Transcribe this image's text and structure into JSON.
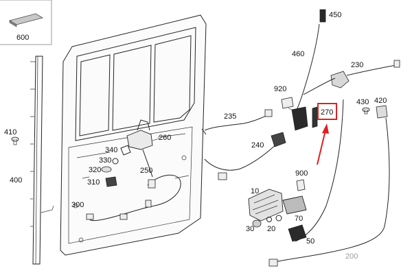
{
  "accent_color": "#e02020",
  "callouts": [
    {
      "key": "c600",
      "text": "600"
    },
    {
      "key": "c450",
      "text": "450"
    },
    {
      "key": "c460",
      "text": "460"
    },
    {
      "key": "c230",
      "text": "230"
    },
    {
      "key": "c920",
      "text": "920"
    },
    {
      "key": "c270",
      "text": "270",
      "highlighted": true
    },
    {
      "key": "c430",
      "text": "430"
    },
    {
      "key": "c420",
      "text": "420"
    },
    {
      "key": "c235",
      "text": "235"
    },
    {
      "key": "c410",
      "text": "410"
    },
    {
      "key": "c340",
      "text": "340"
    },
    {
      "key": "c260",
      "text": "260"
    },
    {
      "key": "c330",
      "text": "330"
    },
    {
      "key": "c320",
      "text": "320"
    },
    {
      "key": "c250",
      "text": "250"
    },
    {
      "key": "c310",
      "text": "310"
    },
    {
      "key": "c240",
      "text": "240"
    },
    {
      "key": "c400",
      "text": "400"
    },
    {
      "key": "c300",
      "text": "300"
    },
    {
      "key": "c900",
      "text": "900"
    },
    {
      "key": "c10",
      "text": "10"
    },
    {
      "key": "c30",
      "text": "30"
    },
    {
      "key": "c70",
      "text": "70"
    },
    {
      "key": "c20",
      "text": "20"
    },
    {
      "key": "c50",
      "text": "50"
    },
    {
      "key": "c200",
      "text": "200",
      "faded": true
    }
  ]
}
